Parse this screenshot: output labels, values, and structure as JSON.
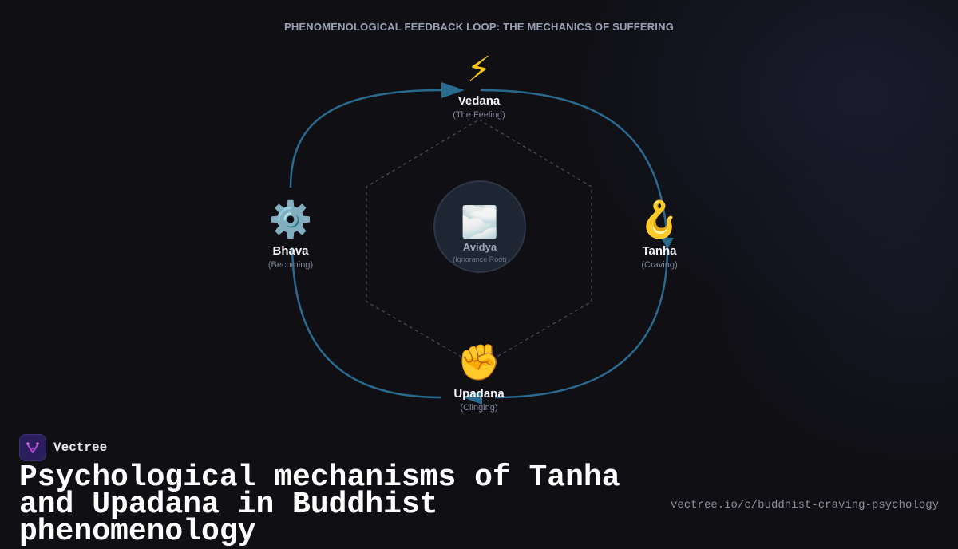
{
  "diagram": {
    "title": "PHENOMENOLOGICAL FEEDBACK LOOP: THE MECHANICS OF SUFFERING",
    "nodes": {
      "vedana": {
        "icon": "⚡",
        "icon_name": "lightning-icon",
        "name": "Vedana",
        "sub": "(The Feeling)"
      },
      "tanha": {
        "icon": "🪝",
        "icon_name": "hook-icon",
        "name": "Tanha",
        "sub": "(Craving)"
      },
      "upadana": {
        "icon": "✊",
        "icon_name": "fist-icon",
        "name": "Upadana",
        "sub": "(Clinging)"
      },
      "bhava": {
        "icon": "⚙️",
        "icon_name": "gear-icon",
        "name": "Bhava",
        "sub": "(Becoming)"
      }
    },
    "center": {
      "icon": "🌫️",
      "icon_name": "fog-icon",
      "name": "Avidya",
      "sub": "(Ignorance Root)"
    },
    "colors": {
      "loop": "#2b6a8f",
      "hexagon": "#4a4f5c",
      "center_fill": "#1f2633"
    }
  },
  "brand": {
    "name": "Vectree",
    "logo_color": "#b04ad8"
  },
  "headline": "Psychological mechanisms of Tanha and Upadana in Buddhist phenomenology",
  "url": "vectree.io/c/buddhist-craving-psychology"
}
